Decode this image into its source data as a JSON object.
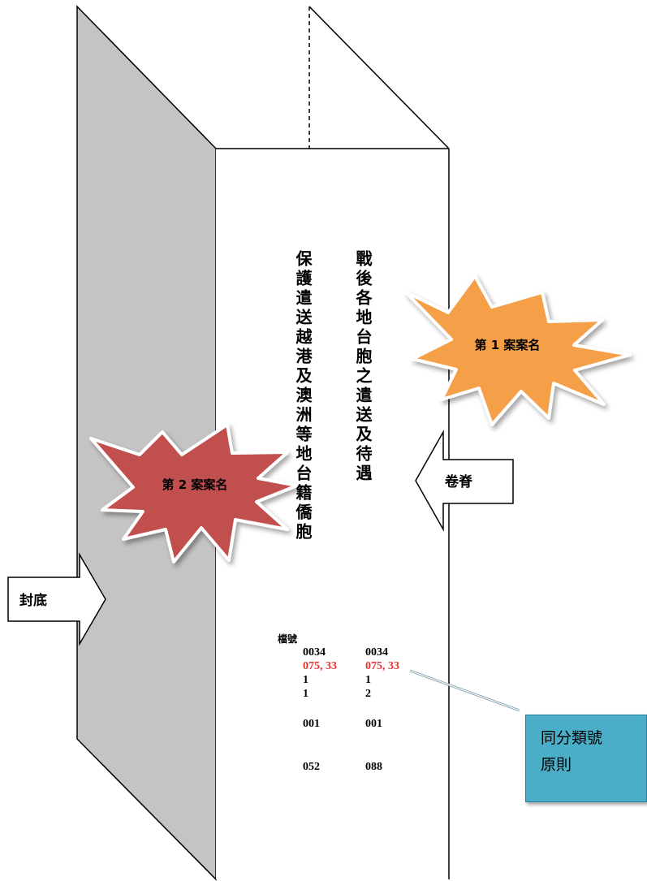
{
  "spine_titles": {
    "case_1": "戰後各地台胞之遣送及待遇",
    "case_2": "保護遣送越港及澳洲等地台籍僑胞"
  },
  "callouts": {
    "case_1_name": "第 1 案案名",
    "case_2_name": "第 2 案案名"
  },
  "arrows": {
    "spine": "卷脊",
    "back_cover": "封底"
  },
  "archive_number": {
    "label": "檔號",
    "column_1": [
      "0034",
      "075, 33",
      "1",
      "1",
      "001",
      "052"
    ],
    "column_2": [
      "0034",
      "075, 33",
      "1",
      "2",
      "001",
      "088"
    ]
  },
  "rule_box": {
    "line_1": "同分類號",
    "line_2": "原則"
  },
  "colors": {
    "back_cover_fill": "#c4c4c4",
    "burst_1_fill": "#f5a04a",
    "burst_2_fill": "#c0504d",
    "classification_red": "#e8322e",
    "rule_box_fill": "#4aaec8"
  }
}
